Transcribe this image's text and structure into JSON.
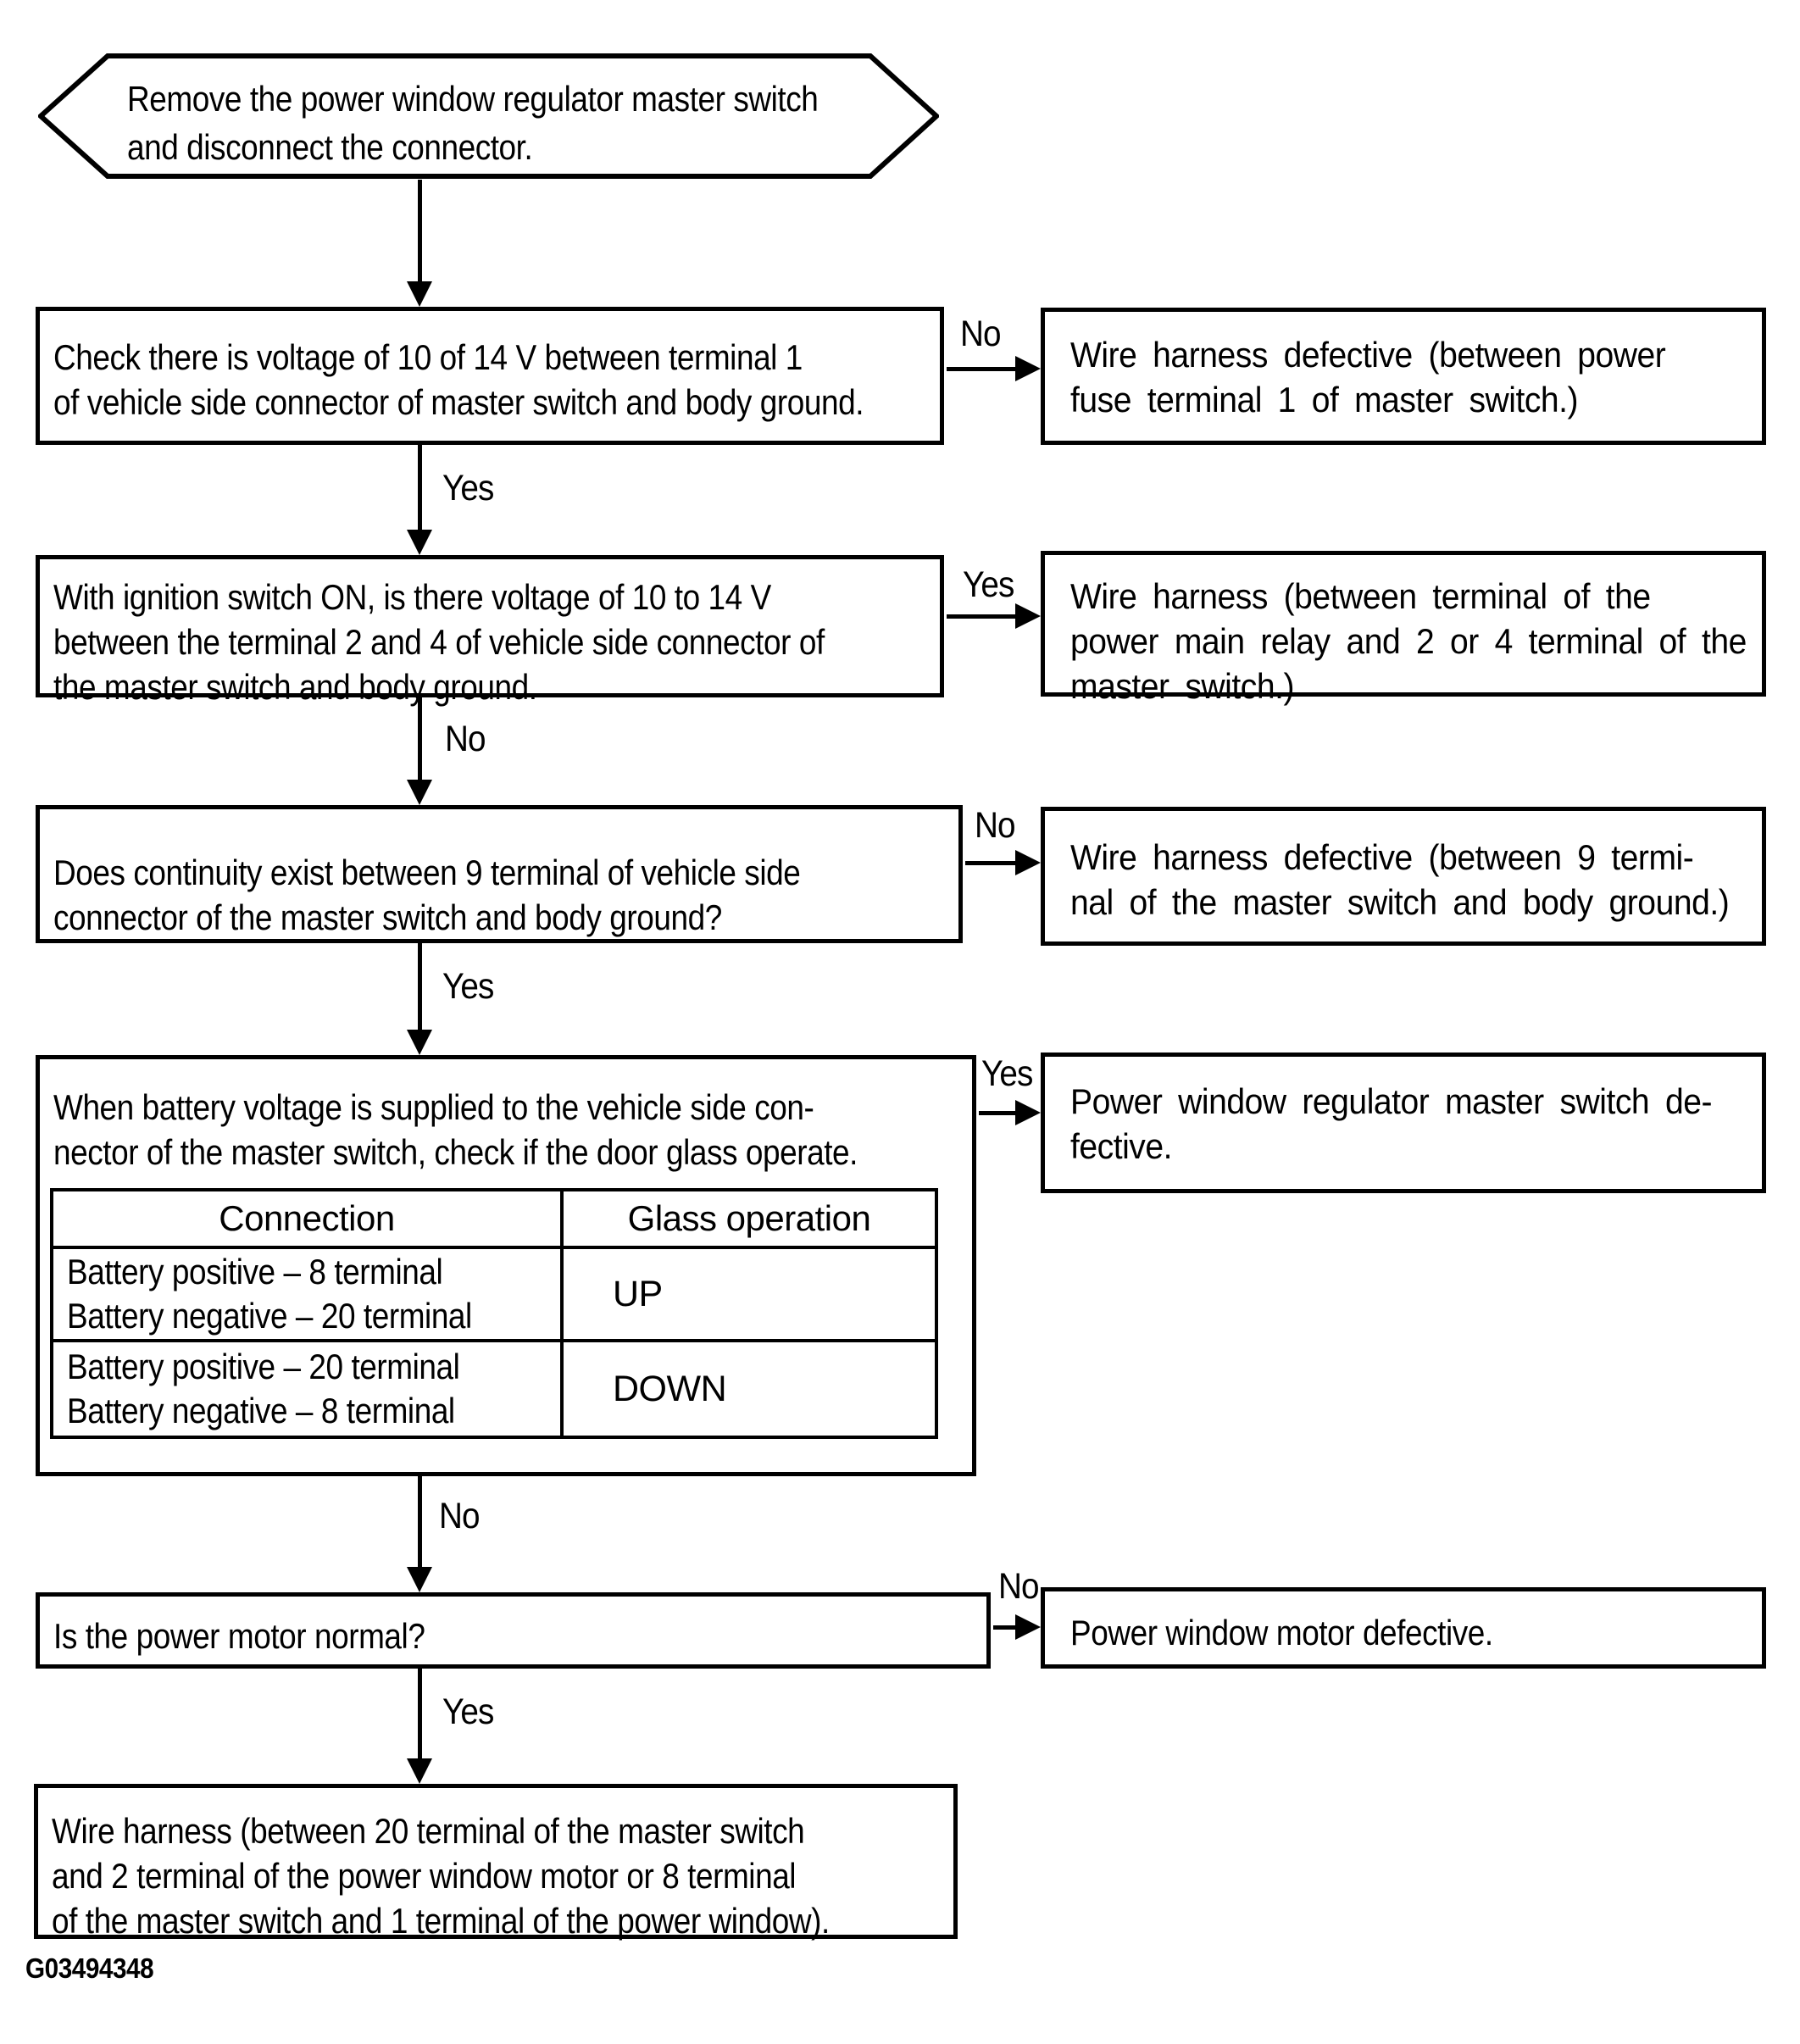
{
  "colors": {
    "ink": "#000000",
    "paper": "#ffffff"
  },
  "start": {
    "text": "Remove the power window regulator master switch\nand disconnect the connector."
  },
  "steps": [
    {
      "question": "Check there is voltage of 10 of 14 V between terminal 1\nof vehicle side connector of master switch and body ground.",
      "branch_label": "No",
      "branch_result": "Wire harness defective (between power\nfuse terminal 1 of master switch.)",
      "next_label": "Yes"
    },
    {
      "question": "With ignition switch ON, is there voltage of 10 to 14 V\nbetween the terminal 2 and 4 of vehicle side connector of\nthe master switch and body ground.",
      "branch_label": "Yes",
      "branch_result": "Wire harness (between terminal of the\npower main relay and 2 or 4 terminal of the\nmaster switch.)",
      "next_label": "No"
    },
    {
      "question": "Does continuity exist between 9 terminal of vehicle side\nconnector of the master switch and body ground?",
      "branch_label": "No",
      "branch_result": "Wire harness defective (between 9 termi-\nnal of the master switch and body ground.)",
      "next_label": "Yes"
    },
    {
      "question": "When battery voltage is supplied to the vehicle side con-\nnector of the master switch, check if the door glass operate.",
      "branch_label": "Yes",
      "branch_result": "Power window regulator master switch de-\nfective.",
      "next_label": "No",
      "table": {
        "headers": [
          "Connection",
          "Glass operation"
        ],
        "rows": [
          {
            "connection": "Battery positive – 8 terminal\nBattery negative – 20 terminal",
            "operation": "UP"
          },
          {
            "connection": "Battery positive – 20 terminal\nBattery negative – 8 terminal",
            "operation": "DOWN"
          }
        ]
      }
    },
    {
      "question": "Is the power motor normal?",
      "branch_label": "No",
      "branch_result": "Power window motor defective.",
      "next_label": "Yes"
    }
  ],
  "final": {
    "text": "Wire harness (between 20 terminal of the master switch\nand 2 terminal of the power window motor or 8 terminal\nof the master switch and 1 terminal of the power window)."
  },
  "figure_id": "G03494348"
}
